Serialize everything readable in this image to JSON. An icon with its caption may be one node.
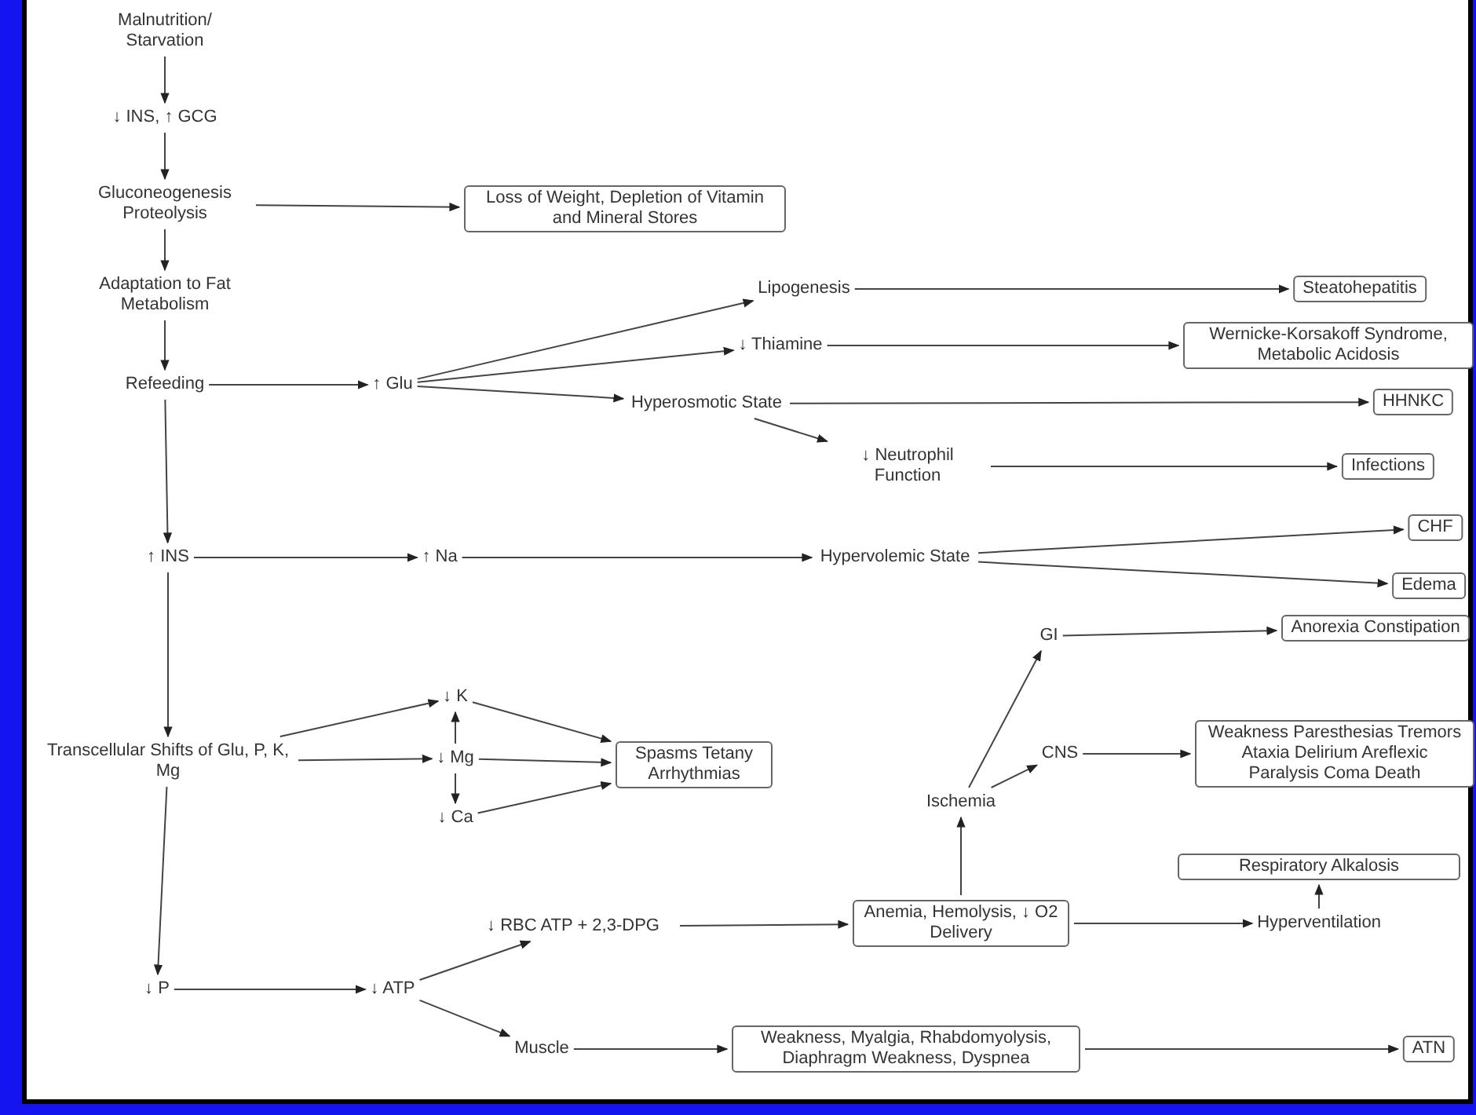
{
  "diagram": {
    "nodes": [
      {
        "text": [
          "Malnutrition/ Starvation"
        ]
      },
      {
        "text": [
          "↓ INS, ↑ GCG"
        ]
      },
      {
        "text": [
          "Gluconeogenesis Proteolysis"
        ]
      },
      {
        "text": [
          "Loss of Weight, Depletion of Vitamin and Mineral Stores"
        ]
      },
      {
        "text": [
          "Adaptation to Fat Metabolism"
        ]
      },
      {
        "text": [
          "Refeeding"
        ]
      },
      {
        "text": [
          "↑ Glu"
        ]
      },
      {
        "text": [
          "Lipogenesis"
        ]
      },
      {
        "text": [
          "↓ Thiamine"
        ]
      },
      {
        "text": [
          "Hyperosmotic State"
        ]
      },
      {
        "text": [
          "↓ Neutrophil Function"
        ]
      },
      {
        "text": [
          "Steatohepatitis"
        ]
      },
      {
        "text": [
          "Wernicke-Korsakoff Syndrome, Metabolic Acidosis"
        ]
      },
      {
        "text": [
          "HHNKC"
        ]
      },
      {
        "text": [
          "Infections"
        ]
      },
      {
        "text": [
          "↑ INS"
        ]
      },
      {
        "text": [
          "↑ Na"
        ]
      },
      {
        "text": [
          "Hypervolemic State"
        ]
      },
      {
        "text": [
          "CHF"
        ]
      },
      {
        "text": [
          "Edema"
        ]
      },
      {
        "text": [
          "Transcellular Shifts of Glu, P, K, Mg"
        ]
      },
      {
        "text": [
          "↓ K"
        ]
      },
      {
        "text": [
          "↓ Mg"
        ]
      },
      {
        "text": [
          "↓ Ca"
        ]
      },
      {
        "text": [
          "Spasms Tetany Arrhythmias"
        ]
      },
      {
        "text": [
          "GI"
        ]
      },
      {
        "text": [
          "Anorexia Constipation"
        ]
      },
      {
        "text": [
          "CNS"
        ]
      },
      {
        "text": [
          "Ischemia"
        ]
      },
      {
        "text": [
          "Weakness Paresthesias Tremors Ataxia Delirium Areflexic Paralysis Coma Death"
        ]
      },
      {
        "text": [
          "Respiratory Alkalosis"
        ]
      },
      {
        "text": [
          "↓ RBC ATP + 2,3-DPG"
        ]
      },
      {
        "text": [
          "Anemia, Hemolysis, ↓ O2 Delivery"
        ]
      },
      {
        "text": [
          "Hyperventilation"
        ]
      },
      {
        "text": [
          "↓ P"
        ]
      },
      {
        "text": [
          "↓ ATP"
        ]
      },
      {
        "text": [
          "Muscle"
        ]
      },
      {
        "text": [
          "Weakness, Myalgia, Rhabdomyolysis, Diaphragm Weakness, Dyspnea"
        ]
      },
      {
        "text": [
          "ATN"
        ]
      }
    ],
    "edges": [
      {
        "from": 0,
        "to": 1,
        "arrow": "to"
      },
      {
        "from": 1,
        "to": 2,
        "arrow": "to"
      },
      {
        "from": 2,
        "to": 3,
        "arrow": "to"
      },
      {
        "from": 2,
        "to": 4,
        "arrow": "to"
      },
      {
        "from": 4,
        "to": 5,
        "arrow": "to"
      },
      {
        "from": 5,
        "to": 6,
        "arrow": "to"
      },
      {
        "from": 6,
        "to": 7,
        "arrow": "to"
      },
      {
        "from": 6,
        "to": 8,
        "arrow": "to"
      },
      {
        "from": 6,
        "to": 9,
        "arrow": "to"
      },
      {
        "from": 9,
        "to": 10,
        "arrow": "to"
      },
      {
        "from": 7,
        "to": 11,
        "arrow": "to"
      },
      {
        "from": 8,
        "to": 12,
        "arrow": "to"
      },
      {
        "from": 9,
        "to": 13,
        "arrow": "to"
      },
      {
        "from": 10,
        "to": 14,
        "arrow": "to"
      },
      {
        "from": 5,
        "to": 15,
        "arrow": "to"
      },
      {
        "from": 15,
        "to": 16,
        "arrow": "to"
      },
      {
        "from": 16,
        "to": 17,
        "arrow": "to"
      },
      {
        "from": 17,
        "to": 18,
        "arrow": "to"
      },
      {
        "from": 17,
        "to": 19,
        "arrow": "to"
      },
      {
        "from": 15,
        "to": 20,
        "arrow": "to"
      },
      {
        "from": 20,
        "to": 21,
        "arrow": "to"
      },
      {
        "from": 20,
        "to": 22,
        "arrow": "to"
      },
      {
        "from": 22,
        "to": 21,
        "arrow": "to"
      },
      {
        "from": 22,
        "to": 23,
        "arrow": "to"
      },
      {
        "from": 21,
        "to": 24,
        "arrow": "to"
      },
      {
        "from": 22,
        "to": 24,
        "arrow": "to"
      },
      {
        "from": 23,
        "to": 24,
        "arrow": "to"
      },
      {
        "from": 20,
        "to": 34,
        "arrow": "to"
      },
      {
        "from": 34,
        "to": 35,
        "arrow": "to"
      },
      {
        "from": 35,
        "to": 31,
        "arrow": "to"
      },
      {
        "from": 35,
        "to": 36,
        "arrow": "to"
      },
      {
        "from": 31,
        "to": 32,
        "arrow": "to"
      },
      {
        "from": 32,
        "to": 28,
        "arrow": "to"
      },
      {
        "from": 28,
        "to": 25,
        "arrow": "to"
      },
      {
        "from": 28,
        "to": 27,
        "arrow": "to"
      },
      {
        "from": 25,
        "to": 26,
        "arrow": "to"
      },
      {
        "from": 27,
        "to": 29,
        "arrow": "to"
      },
      {
        "from": 32,
        "to": 33,
        "arrow": "to"
      },
      {
        "from": 33,
        "to": 30,
        "arrow": "to"
      },
      {
        "from": 36,
        "to": 37,
        "arrow": "to"
      },
      {
        "from": 37,
        "to": 38,
        "arrow": "to"
      }
    ]
  }
}
